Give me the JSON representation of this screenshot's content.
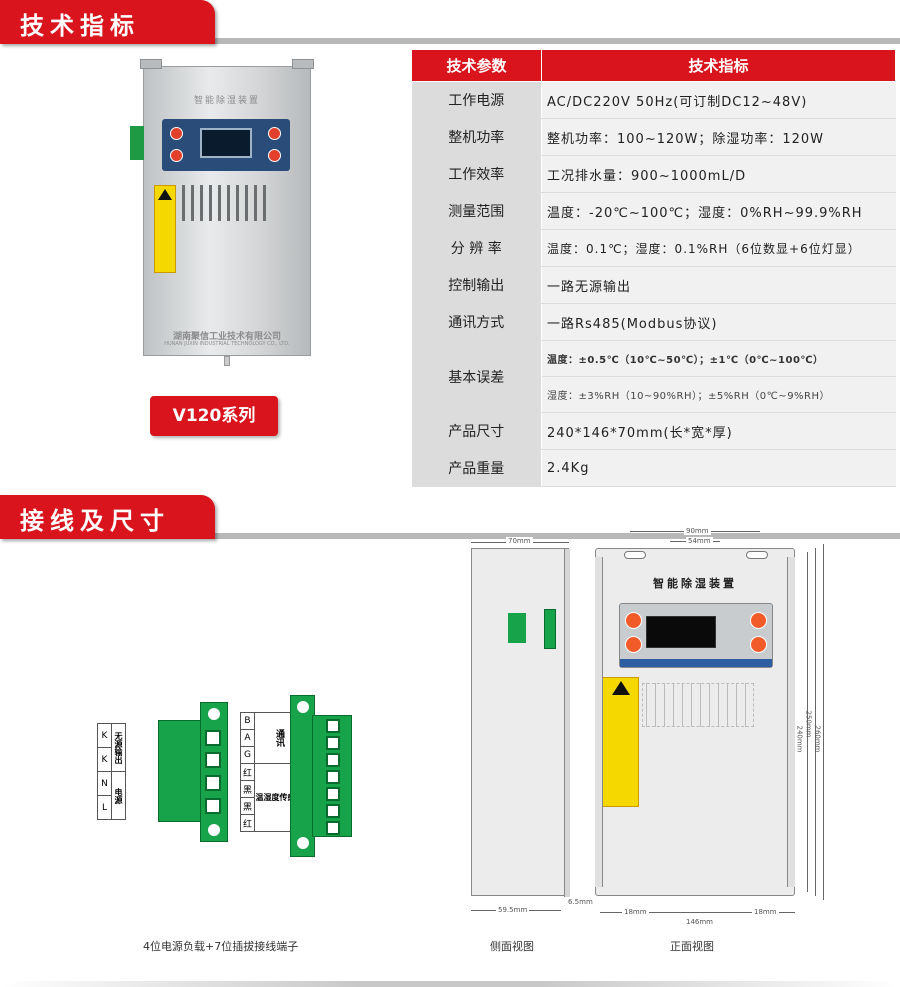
{
  "section1": {
    "title": "技术指标"
  },
  "section2": {
    "title": "接线及尺寸"
  },
  "product": {
    "model_badge": "V120系列",
    "device_title": "智能除湿装置",
    "company_cn": "湖南聚信工业技术有限公司",
    "company_en": "HUNAN JUXIN INDUSTRIAL TECHNOLOGY CO., LTD."
  },
  "spec_table": {
    "header_param": "技术参数",
    "header_value": "技术指标",
    "rows": [
      {
        "k": "工作电源",
        "v": "AC/DC220V 50Hz(可订制DC12~48V)"
      },
      {
        "k": "整机功率",
        "v": "整机功率：100~120W；除湿功率：120W"
      },
      {
        "k": "工作效率",
        "v": "工况排水量：900~1000mL/D"
      },
      {
        "k": "测量范围",
        "v": "温度：-20℃~100℃；湿度：0%RH~99.9%RH"
      },
      {
        "k": "分 辨 率",
        "v": "温度：0.1℃；湿度：0.1%RH（6位数显+6位灯显）"
      },
      {
        "k": "控制输出",
        "v": "一路无源输出"
      },
      {
        "k": "通讯方式",
        "v": "一路Rs485(Modbus协议)"
      },
      {
        "k": "基本误差",
        "v1": "温度：±0.5℃（10℃~50℃）；±1℃（0℃~100℃）",
        "v2": "湿度：±3%RH（10~90%RH）；±5%RH（0℃~9%RH）"
      },
      {
        "k": "产品尺寸",
        "v": "240*146*70mm(长*宽*厚)"
      },
      {
        "k": "产品重量",
        "v": "2.4Kg"
      }
    ]
  },
  "wiring": {
    "left_grid": [
      [
        "K",
        "K",
        "N",
        "L"
      ],
      [
        "无源输出",
        "",
        "电源",
        ""
      ]
    ],
    "right_grid": [
      [
        "B",
        "A",
        "G",
        "红",
        "黑",
        "黑",
        "红"
      ],
      [
        "通讯",
        "",
        "",
        "温湿度",
        "传感器",
        "",
        ""
      ]
    ],
    "caption": "4位电源负载+7位插拔接线端子"
  },
  "drawings": {
    "side_caption": "侧面视图",
    "front_caption": "正面视图",
    "front_title": "智能除湿装置",
    "dims": {
      "side_top": "70mm",
      "side_bottom": "59.5mm",
      "side_depth": "6.5mm",
      "front_top1": "90mm",
      "front_top2": "54mm",
      "front_h1": "240mm",
      "front_h2": "250mm",
      "front_h3": "260mm",
      "front_b1": "18mm",
      "front_b2": "146mm",
      "front_b3": "18mm"
    }
  },
  "colors": {
    "accent": "#d9141c",
    "terminal_green": "#17a34a",
    "label_yellow": "#f5d800"
  }
}
